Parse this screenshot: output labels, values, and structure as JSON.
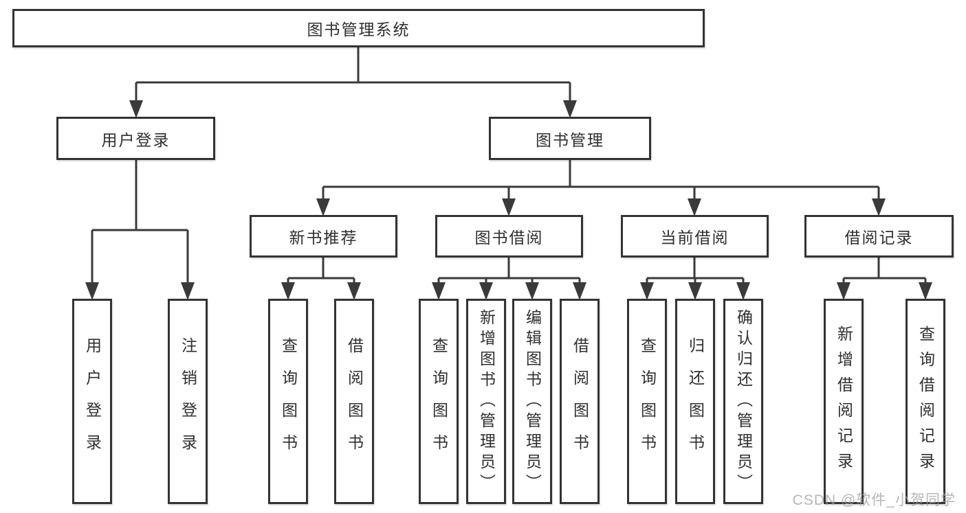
{
  "colors": {
    "background": "#ffffff",
    "line": "#3a3a3a",
    "box_border": "#333333",
    "text": "#2f2f2f",
    "watermark": "#9e9e9e"
  },
  "watermark": {
    "text": "CSDN @软件_小贺同学"
  },
  "tree": {
    "label": "图书管理系统",
    "children": [
      {
        "label": "用户登录",
        "children": [
          {
            "label": "用户登录"
          },
          {
            "label": "注销登录"
          }
        ]
      },
      {
        "label": "图书管理",
        "children": [
          {
            "label": "新书推荐",
            "children": [
              {
                "label": "查询图书"
              },
              {
                "label": "借阅图书"
              }
            ]
          },
          {
            "label": "图书借阅",
            "children": [
              {
                "label": "查询图书"
              },
              {
                "label": "新增图书（管理员）"
              },
              {
                "label": "编辑图书（管理员）"
              },
              {
                "label": "借阅图书"
              }
            ]
          },
          {
            "label": "当前借阅",
            "children": [
              {
                "label": "查询图书"
              },
              {
                "label": "归还图书"
              },
              {
                "label": "确认归还（管理员）"
              }
            ]
          },
          {
            "label": "借阅记录",
            "children": [
              {
                "label": "新增借阅记录"
              },
              {
                "label": "查询借阅记录"
              }
            ]
          }
        ]
      }
    ]
  }
}
